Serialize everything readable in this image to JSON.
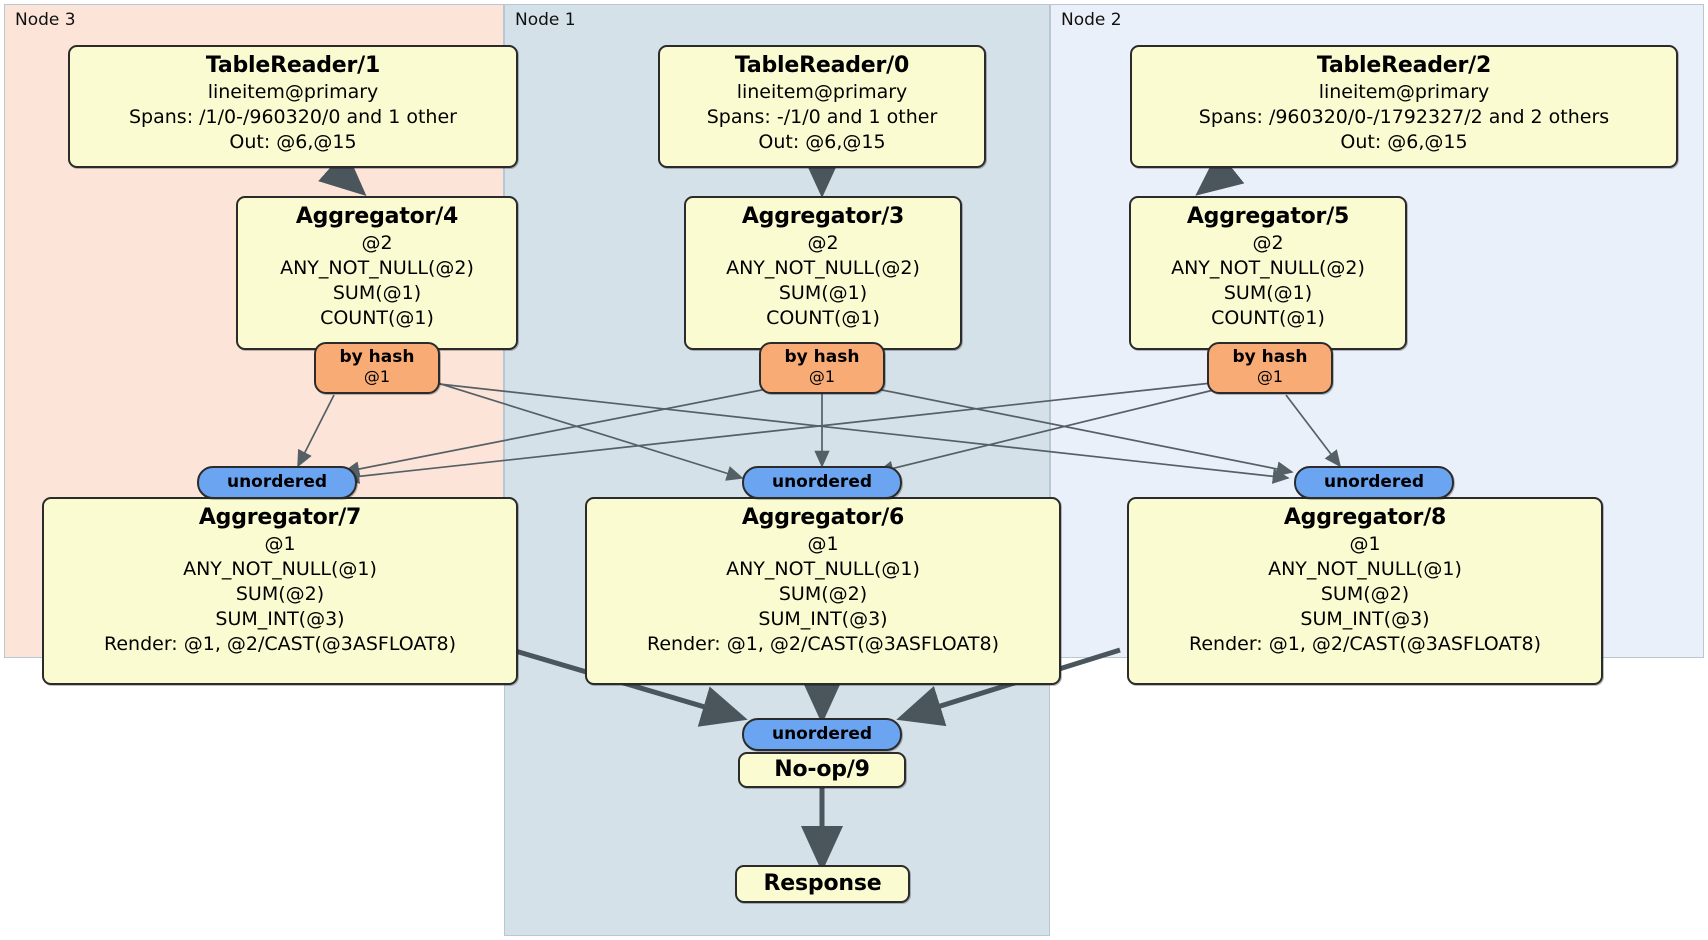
{
  "diagram": {
    "type": "distributed-query-plan",
    "regions": [
      {
        "id": "node3",
        "label": "Node 3",
        "color": "#fce5d8"
      },
      {
        "id": "node1",
        "label": "Node 1",
        "color": "#d4e1e9"
      },
      {
        "id": "node2",
        "label": "Node 2",
        "color": "#eaf0fa"
      }
    ],
    "colors": {
      "processor_fill": "#fbfbd2",
      "processor_stroke": "#2b2b2b",
      "hash_badge": "#f9ab76",
      "unordered_badge": "#6ba4f0",
      "edge": "#555f66",
      "node3_bg": "#fce5d8",
      "node1_bg": "#d4e1e9",
      "node2_bg": "#eaf0fa"
    },
    "processors": {
      "tablereader_1": {
        "title": "TableReader/1",
        "lines": [
          "lineitem@primary",
          "Spans: /1/0-/960320/0 and 1 other",
          "Out: @6,@15"
        ]
      },
      "tablereader_0": {
        "title": "TableReader/0",
        "lines": [
          "lineitem@primary",
          "Spans: -/1/0 and 1 other",
          "Out: @6,@15"
        ]
      },
      "tablereader_2": {
        "title": "TableReader/2",
        "lines": [
          "lineitem@primary",
          "Spans: /960320/0-/1792327/2 and 2 others",
          "Out: @6,@15"
        ]
      },
      "aggregator_4": {
        "title": "Aggregator/4",
        "lines": [
          "@2",
          "ANY_NOT_NULL(@2)",
          "SUM(@1)",
          "COUNT(@1)"
        ]
      },
      "aggregator_3": {
        "title": "Aggregator/3",
        "lines": [
          "@2",
          "ANY_NOT_NULL(@2)",
          "SUM(@1)",
          "COUNT(@1)"
        ]
      },
      "aggregator_5": {
        "title": "Aggregator/5",
        "lines": [
          "@2",
          "ANY_NOT_NULL(@2)",
          "SUM(@1)",
          "COUNT(@1)"
        ]
      },
      "aggregator_7": {
        "title": "Aggregator/7",
        "lines": [
          "@1",
          "ANY_NOT_NULL(@1)",
          "SUM(@2)",
          "SUM_INT(@3)",
          "Render: @1, @2/CAST(@3ASFLOAT8)"
        ]
      },
      "aggregator_6": {
        "title": "Aggregator/6",
        "lines": [
          "@1",
          "ANY_NOT_NULL(@1)",
          "SUM(@2)",
          "SUM_INT(@3)",
          "Render: @1, @2/CAST(@3ASFLOAT8)"
        ]
      },
      "aggregator_8": {
        "title": "Aggregator/8",
        "lines": [
          "@1",
          "ANY_NOT_NULL(@1)",
          "SUM(@2)",
          "SUM_INT(@3)",
          "Render: @1, @2/CAST(@3ASFLOAT8)"
        ]
      },
      "noop_9": {
        "title": "No-op/9",
        "lines": []
      },
      "response": {
        "title": "Response",
        "lines": []
      }
    },
    "badges": {
      "hash_left": {
        "label": "by hash",
        "sub": "@1"
      },
      "hash_center": {
        "label": "by hash",
        "sub": "@1"
      },
      "hash_right": {
        "label": "by hash",
        "sub": "@1"
      },
      "unordered_left": {
        "label": "unordered"
      },
      "unordered_center": {
        "label": "unordered"
      },
      "unordered_right": {
        "label": "unordered"
      },
      "unordered_final": {
        "label": "unordered"
      }
    }
  }
}
